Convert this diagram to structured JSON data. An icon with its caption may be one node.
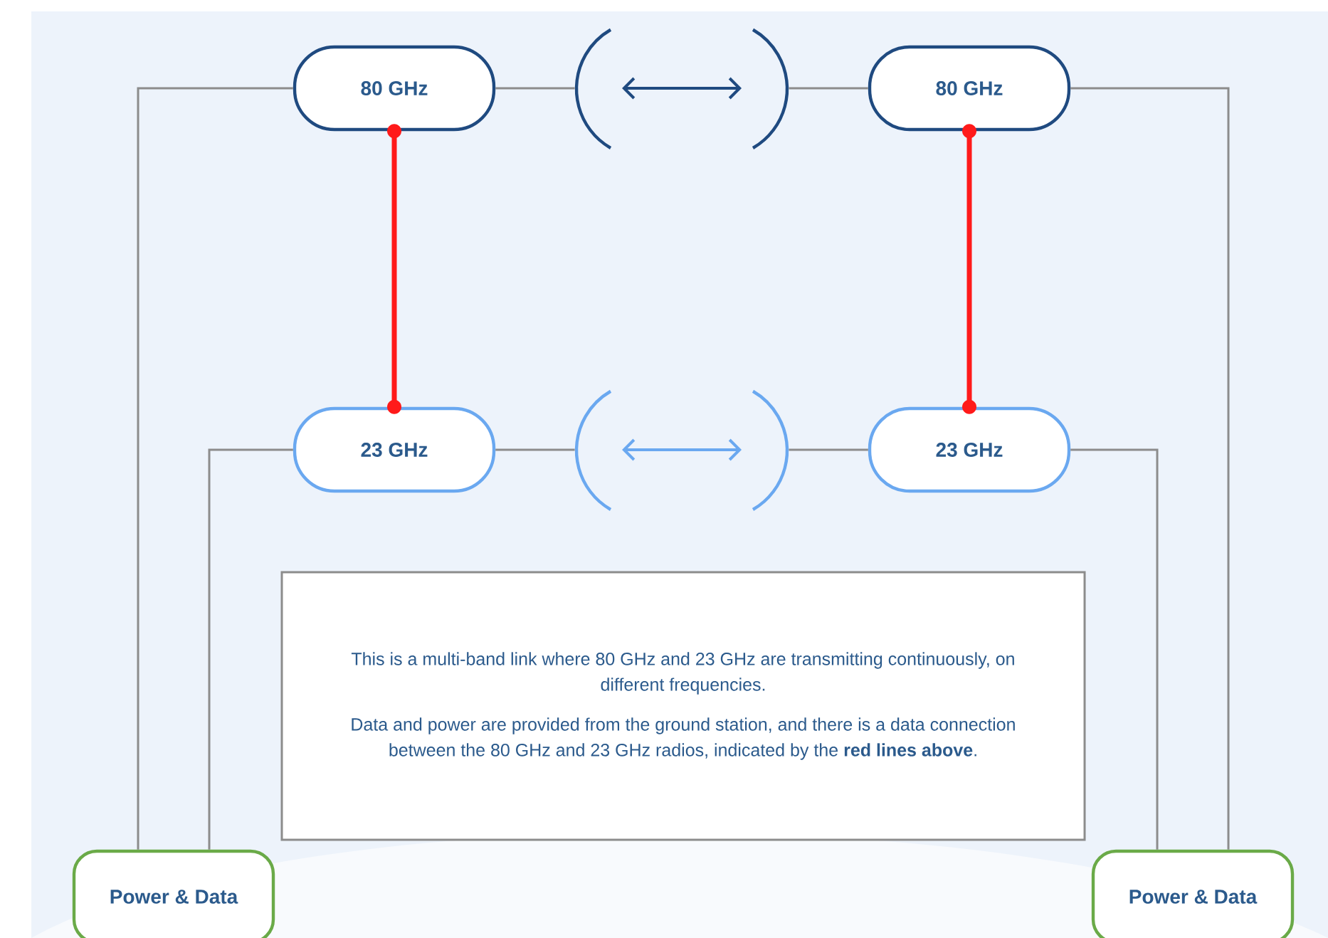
{
  "diagram": {
    "nodes": [
      {
        "text": [
          "80 GHz"
        ]
      },
      {
        "text": [],
        "shape": "arc"
      },
      {
        "text": [
          "80 GHz"
        ]
      },
      {
        "text": [
          "23 GHz"
        ]
      },
      {
        "text": [],
        "shape": "arc"
      },
      {
        "text": [
          "23 GHz"
        ]
      },
      {
        "text": [
          "This is a multi-band link where 80 GHz and 23 GHz are transmitting continuously, on different frequencies.",
          "Data and power are provided from the ground station, and there is a data connection between the 80 GHz and 23 GHz radios, indicated by the **red lines above**."
        ]
      },
      {
        "text": [
          "Power & Data"
        ]
      },
      {
        "text": [
          "Power & Data"
        ]
      }
    ],
    "edges": [
      {
        "from": 0,
        "to": 1,
        "arrow": "none"
      },
      {
        "from": 1,
        "to": 2,
        "arrow": "none"
      },
      {
        "from": 3,
        "to": 4,
        "arrow": "none"
      },
      {
        "from": 4,
        "to": 5,
        "arrow": "none"
      },
      {
        "from": 0,
        "to": 3,
        "arrow": "other",
        "style": "thick",
        "color": "#ff1a1a"
      },
      {
        "from": 2,
        "to": 5,
        "arrow": "other",
        "style": "thick",
        "color": "#ff1a1a"
      },
      {
        "from": 0,
        "to": 7,
        "arrow": "none"
      },
      {
        "from": 3,
        "to": 7,
        "arrow": "none"
      },
      {
        "from": 2,
        "to": 8,
        "arrow": "none"
      },
      {
        "from": 5,
        "to": 8,
        "arrow": "none"
      }
    ]
  }
}
